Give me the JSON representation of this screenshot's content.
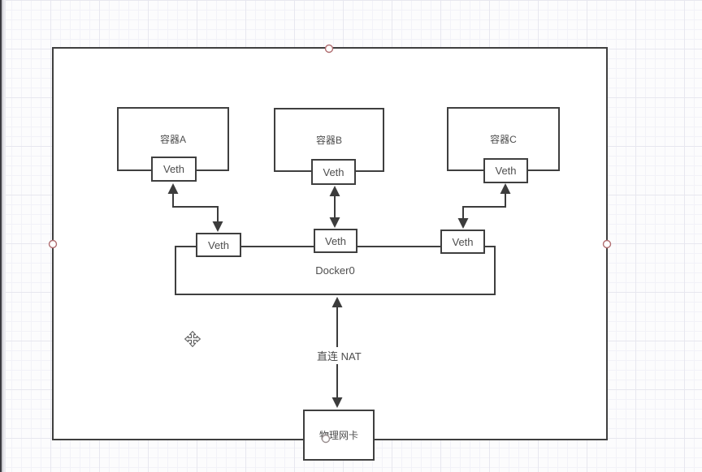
{
  "canvas": {
    "background": "#fcfcfd",
    "stroke_color": "#3f3f3f",
    "handle_color": "#b06d70"
  },
  "diagram": {
    "containers": [
      {
        "label": "容器A",
        "veth_label": "Veth"
      },
      {
        "label": "容器B",
        "veth_label": "Veth"
      },
      {
        "label": "容器C",
        "veth_label": "Veth"
      }
    ],
    "bridge": {
      "label": "Docker0",
      "veths": [
        {
          "label": "Veth"
        },
        {
          "label": "Veth"
        },
        {
          "label": "Veth"
        }
      ]
    },
    "nat_edge_label": "直连 NAT",
    "nic": {
      "label": "物理网卡"
    },
    "icons": {
      "cursor": "move-cursor-icon"
    }
  }
}
